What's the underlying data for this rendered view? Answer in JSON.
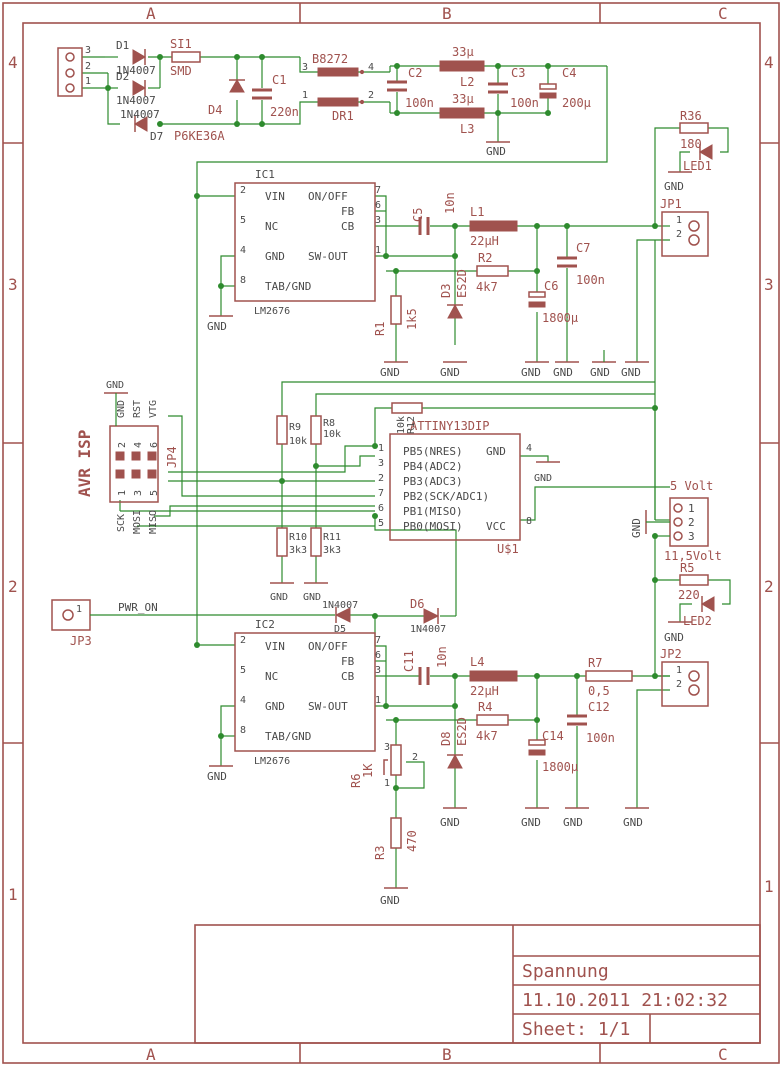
{
  "frame": {
    "columns": [
      "A",
      "B",
      "C"
    ],
    "rows": [
      "4",
      "3",
      "2",
      "1"
    ]
  },
  "title_block": {
    "title": "Spannung",
    "date": "11.10.2011 21:02:32",
    "sheet": "Sheet: 1/1"
  },
  "power_input": {
    "connector_pins": [
      "3",
      "2",
      "1"
    ],
    "diodes": [
      {
        "name": "D1",
        "value": "1N4007"
      },
      {
        "name": "D2",
        "value": "1N4007"
      },
      {
        "name": "D7",
        "value": "1N4007"
      }
    ],
    "fuse": {
      "name": "SI1",
      "value": "SMD"
    },
    "tvs": {
      "name": "D4",
      "value": "P6KE36A"
    },
    "c1": {
      "name": "C1",
      "value": "220n"
    },
    "choke": {
      "name": "B8272",
      "ref": "DR1",
      "pins": [
        "3",
        "4",
        "1",
        "2"
      ]
    },
    "c2": {
      "name": "C2",
      "value": "100n"
    },
    "l2": {
      "name": "L2",
      "value": "33µ"
    },
    "l3": {
      "name": "L3",
      "value": "33µ"
    },
    "c3": {
      "name": "C3",
      "value": "100n"
    },
    "c4": {
      "name": "C4",
      "value": "200µ"
    },
    "gnd": "GND"
  },
  "regulator1": {
    "ic": "IC1",
    "part": "LM2676",
    "pins": [
      {
        "num": "2",
        "name": "VIN"
      },
      {
        "num": "5",
        "name": "NC"
      },
      {
        "num": "4",
        "name": "GND"
      },
      {
        "num": "8",
        "name": "TAB/GND"
      },
      {
        "num": "7",
        "name": "ON/OFF"
      },
      {
        "num": "6",
        "name": "FB"
      },
      {
        "num": "3",
        "name": "CB"
      },
      {
        "num": "1",
        "name": "SW-OUT"
      }
    ],
    "c5": {
      "name": "C5",
      "value": "10n"
    },
    "l1": {
      "name": "L1",
      "value": "22µH"
    },
    "r2": {
      "name": "R2",
      "value": "4k7"
    },
    "c7": {
      "name": "C7",
      "value": "100n"
    },
    "c6": {
      "name": "C6",
      "value": "1800µ"
    },
    "d3": {
      "name": "D3",
      "value": "ES2D"
    },
    "r1": {
      "name": "R1",
      "value": "1k5"
    },
    "jp1": {
      "name": "JP1",
      "pins": [
        "1",
        "2"
      ]
    },
    "r36": {
      "name": "R36",
      "value": "180"
    },
    "led1": "LED1",
    "gnd": "GND"
  },
  "mcu": {
    "name": "ATTINY13DIP",
    "ref": "U$1",
    "pins_left": [
      {
        "num": "1",
        "name": "PB5(NRES)"
      },
      {
        "num": "3",
        "name": "PB4(ADC2)"
      },
      {
        "num": "2",
        "name": "PB3(ADC3)"
      },
      {
        "num": "7",
        "name": "PB2(SCK/ADC1)"
      },
      {
        "num": "6",
        "name": "PB1(MISO)"
      },
      {
        "num": "5",
        "name": "PB0(MOSI)"
      }
    ],
    "pins_right": [
      {
        "num": "4",
        "name": "GND"
      },
      {
        "num": "8",
        "name": "VCC"
      }
    ],
    "r12": {
      "name": "R12",
      "value": "10k"
    },
    "r9": {
      "name": "R9",
      "value": "10k"
    },
    "r8": {
      "name": "R8",
      "value": "10k"
    },
    "r10": {
      "name": "R10",
      "value": "3k3"
    },
    "r11": {
      "name": "R11",
      "value": "3k3"
    },
    "gnd": "GND"
  },
  "isp": {
    "label": "AVR ISP",
    "ref": "JP4",
    "pin_nums": [
      "2",
      "4",
      "6",
      "1",
      "3",
      "5"
    ],
    "signals_top": [
      "GND",
      "RST",
      "VTG"
    ],
    "signals_bottom": [
      "SCK",
      "MOSI",
      "MISO"
    ],
    "gnd": "GND"
  },
  "output_conn": {
    "name_5v": "5 Volt",
    "name_11v": "11,5Volt",
    "pins": [
      "1",
      "2",
      "3"
    ],
    "r5": {
      "name": "R5",
      "value": "220"
    },
    "led2": "LED2",
    "gnd": "GND"
  },
  "pwr_on": {
    "ref": "JP3",
    "pin": "1",
    "net": "PWR_ON",
    "d5": {
      "name": "D5",
      "value": "1N4007"
    },
    "d6": {
      "name": "D6",
      "value": "1N4007"
    }
  },
  "regulator2": {
    "ic": "IC2",
    "part": "LM2676",
    "pins": [
      {
        "num": "2",
        "name": "VIN"
      },
      {
        "num": "5",
        "name": "NC"
      },
      {
        "num": "4",
        "name": "GND"
      },
      {
        "num": "8",
        "name": "TAB/GND"
      },
      {
        "num": "7",
        "name": "ON/OFF"
      },
      {
        "num": "6",
        "name": "FB"
      },
      {
        "num": "3",
        "name": "CB"
      },
      {
        "num": "1",
        "name": "SW-OUT"
      }
    ],
    "c11": {
      "name": "C11",
      "value": "10n"
    },
    "l4": {
      "name": "L4",
      "value": "22µH"
    },
    "r7": {
      "name": "R7",
      "value": "0,5"
    },
    "c12": {
      "name": "C12",
      "value": "100n"
    },
    "r4": {
      "name": "R4",
      "value": "4k7"
    },
    "c14": {
      "name": "C14",
      "value": "1800µ"
    },
    "d8": {
      "name": "D8",
      "value": "ES2D"
    },
    "r6": {
      "name": "R6",
      "value": "1K"
    },
    "r6_pins": [
      "3",
      "2",
      "1"
    ],
    "r3": {
      "name": "R3",
      "value": "470"
    },
    "jp2": {
      "name": "JP2",
      "pins": [
        "1",
        "2"
      ]
    },
    "gnd": "GND"
  }
}
